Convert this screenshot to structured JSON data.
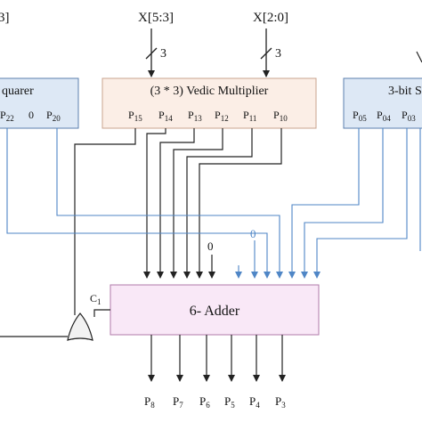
{
  "inputs": {
    "x_high": "X[5:3]",
    "x_low": "X[2:0]",
    "x_left_partial": "3]"
  },
  "bus_widths": {
    "x_high": "3",
    "x_low": "3"
  },
  "blocks": {
    "vedic": {
      "title": "(3 * 3) Vedic Multiplier",
      "outputs": [
        {
          "base": "P",
          "sub": "15"
        },
        {
          "base": "P",
          "sub": "14"
        },
        {
          "base": "P",
          "sub": "13"
        },
        {
          "base": "P",
          "sub": "12"
        },
        {
          "base": "P",
          "sub": "11"
        },
        {
          "base": "P",
          "sub": "10"
        }
      ]
    },
    "squarer_left": {
      "title": "quarer",
      "outputs": [
        {
          "base": "P",
          "sub": "22"
        },
        {
          "base": "",
          "sub": "",
          "text": "0"
        },
        {
          "base": "P",
          "sub": "20"
        }
      ]
    },
    "squarer_right": {
      "title": "3-bit S",
      "outputs": [
        {
          "base": "P",
          "sub": "05"
        },
        {
          "base": "P",
          "sub": "04"
        },
        {
          "base": "P",
          "sub": "03"
        }
      ]
    },
    "adder": {
      "title": "6- Adder",
      "carry_label": "C",
      "carry_sub": "1"
    }
  },
  "constants": {
    "zero_black": "0",
    "zero_blue": "0"
  },
  "adder_outputs": [
    {
      "base": "P",
      "sub": "8"
    },
    {
      "base": "P",
      "sub": "7"
    },
    {
      "base": "P",
      "sub": "6"
    },
    {
      "base": "P",
      "sub": "5"
    },
    {
      "base": "P",
      "sub": "4"
    },
    {
      "base": "P",
      "sub": "3"
    }
  ],
  "colors": {
    "vedic_fill": "#fbeee6",
    "squarer_fill": "#dde8f5",
    "adder_fill": "#f9e8f7",
    "blue_wire": "#4f86c6",
    "black_wire": "#222222"
  }
}
